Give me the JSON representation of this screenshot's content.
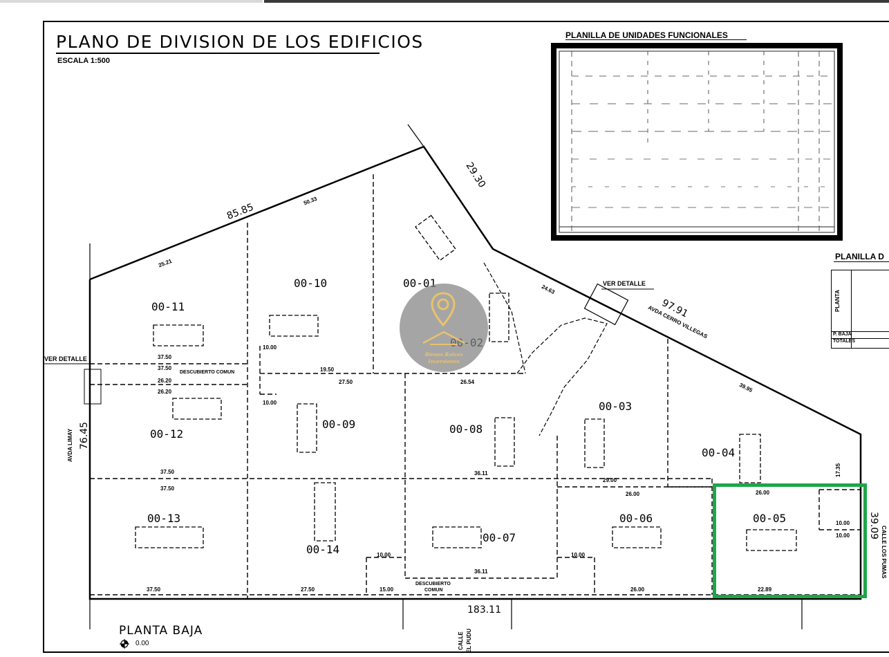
{
  "drawing": {
    "title": "PLANO DE DIVISION DE LOS EDIFICIOS",
    "scale": "ESCALA 1:500",
    "planilla_title": "PLANILLA DE UNIDADES FUNCIONALES",
    "planilla2_title": "PLANILLA D",
    "planilla2_planta": "PLANTA",
    "planilla2_pbaja": "P. BAJA",
    "planilla2_totales": "TOTALES",
    "planta_baja": "PLANTA BAJA",
    "level": "0.00",
    "ver_detalle_left": "VER DETALLE",
    "ver_detalle_top": "VER DETALLE",
    "descubierto_comun_1": "DESCUBIERTO COMUN",
    "descubierto_comun_2": "DESCUBIERTO",
    "descubierto_comun_3": "COMUN"
  },
  "units": [
    {
      "id": "00-01"
    },
    {
      "id": "00-02"
    },
    {
      "id": "00-03"
    },
    {
      "id": "00-04"
    },
    {
      "id": "00-05"
    },
    {
      "id": "00-06"
    },
    {
      "id": "00-07"
    },
    {
      "id": "00-08"
    },
    {
      "id": "00-09"
    },
    {
      "id": "00-10"
    },
    {
      "id": "00-11"
    },
    {
      "id": "00-12"
    },
    {
      "id": "00-13"
    },
    {
      "id": "00-14"
    }
  ],
  "big_dims": {
    "north_west": "85.85",
    "north_east": "29.30",
    "east_diag": "97.91",
    "west": "76.45",
    "south": "183.11",
    "east": "39.09"
  },
  "streets": {
    "west": "AVDA LIMAY",
    "east_diag": "AVDA CERRO VILLEGAS",
    "east": "CALLE LOS PUMAS",
    "south_1": "CALLE",
    "south_2": "EL PUDU"
  },
  "small_dims": {
    "d1": "37.50",
    "d2": "37.50",
    "d3": "26.20",
    "d4": "26.20",
    "d5": "37.50",
    "d6": "37.50",
    "d7": "37.50",
    "d8": "27.50",
    "d9": "27.50",
    "d10": "19.50",
    "d11": "26.54",
    "d12": "36.11",
    "d13": "36.11",
    "d14": "29.00",
    "d15": "26.00",
    "d16": "26.00",
    "d17": "26.00",
    "d18": "22.89",
    "d19": "10.00",
    "d20": "10.00",
    "d21": "10.00",
    "d22": "10.00",
    "d23": "39.95",
    "d24": "17.35",
    "d25": "24.63",
    "d26": "50.33",
    "d27": "25.21",
    "d28": "10.00",
    "d29": "10.00",
    "d30": "15.00"
  },
  "watermark": {
    "line1": "Bienes Raices",
    "line2": "Inversiones"
  },
  "highlight_color": "#1fa64a"
}
